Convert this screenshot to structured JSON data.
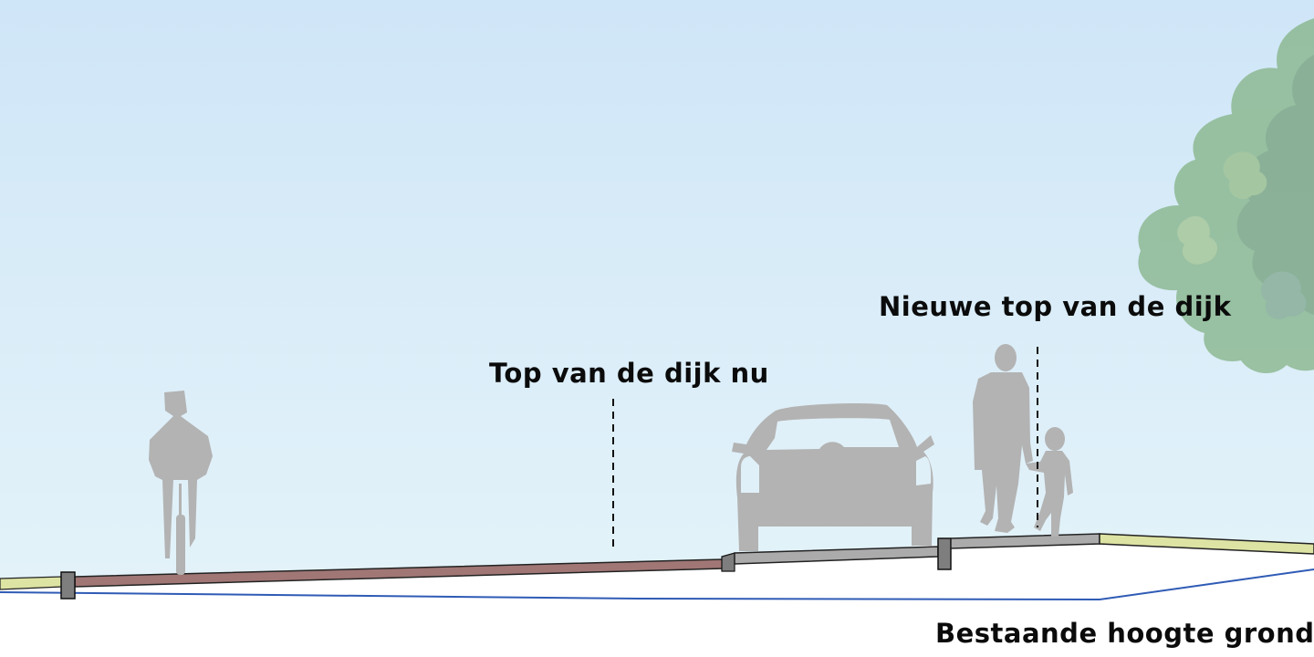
{
  "diagram": {
    "type": "dike cross-section",
    "labels": {
      "current_top": "Top van de dijk nu",
      "new_top": "Nieuwe top van de dijk",
      "existing_ground": "Bestaande hoogte grond"
    },
    "figures": [
      "cyclist",
      "car",
      "adult",
      "child",
      "tree"
    ],
    "layers": [
      "grass-verge-left",
      "bike-path",
      "curb-left",
      "road",
      "curb-right",
      "footpath",
      "grass-verge-right",
      "existing-ground-line"
    ]
  },
  "colors": {
    "sky_top": "#cfe6f8",
    "sky_bottom": "#e3f2f9",
    "bike_path": "#a07775",
    "road": "#ababab",
    "curb": "#7e7e7e",
    "grass": "#dde3a3",
    "ground_line": "#2f5bb5",
    "silhouette": "#b3b3b3",
    "tree": "#8fb592",
    "text": "#0b0b0b"
  }
}
